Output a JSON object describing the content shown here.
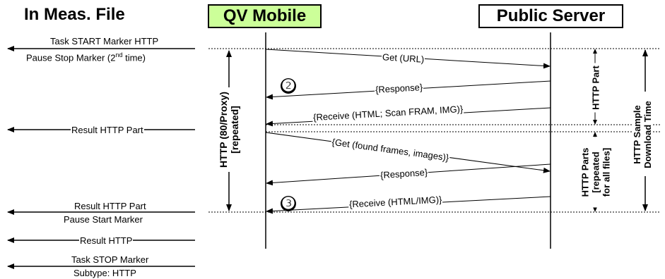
{
  "headers": {
    "meas_file": "In Meas.  File",
    "qv_mobile": "QV Mobile",
    "public_server": "Public Server"
  },
  "left_events": [
    "Task START Marker HTTP",
    "Pause Stop Marker (2nd time)",
    "Result HTTP Part",
    "Result HTTP Part",
    "Pause Start Marker",
    "Result HTTP",
    "Task STOP Marker",
    "Subtype: HTTP"
  ],
  "messages": [
    "Get (URL)",
    "{Response}",
    "{Receive (HTML; Scan FRAM, IMG)}",
    "{Get (found frames, images)}",
    "{Response}",
    "{Receive (HTML/IMG)}"
  ],
  "badges": [
    "❷",
    "❸"
  ],
  "vertical_labels": {
    "http_proxy_line1": "HTTP (80/Proxy)",
    "http_proxy_line2": "[repeated]",
    "http_part": "HTTP Part",
    "http_parts_line1": "HTTP Parts",
    "http_parts_line2": "[repeated",
    "http_parts_line3": "for all files]",
    "sample_line1": "HTTP Sample",
    "sample_line2": "Download Time"
  }
}
